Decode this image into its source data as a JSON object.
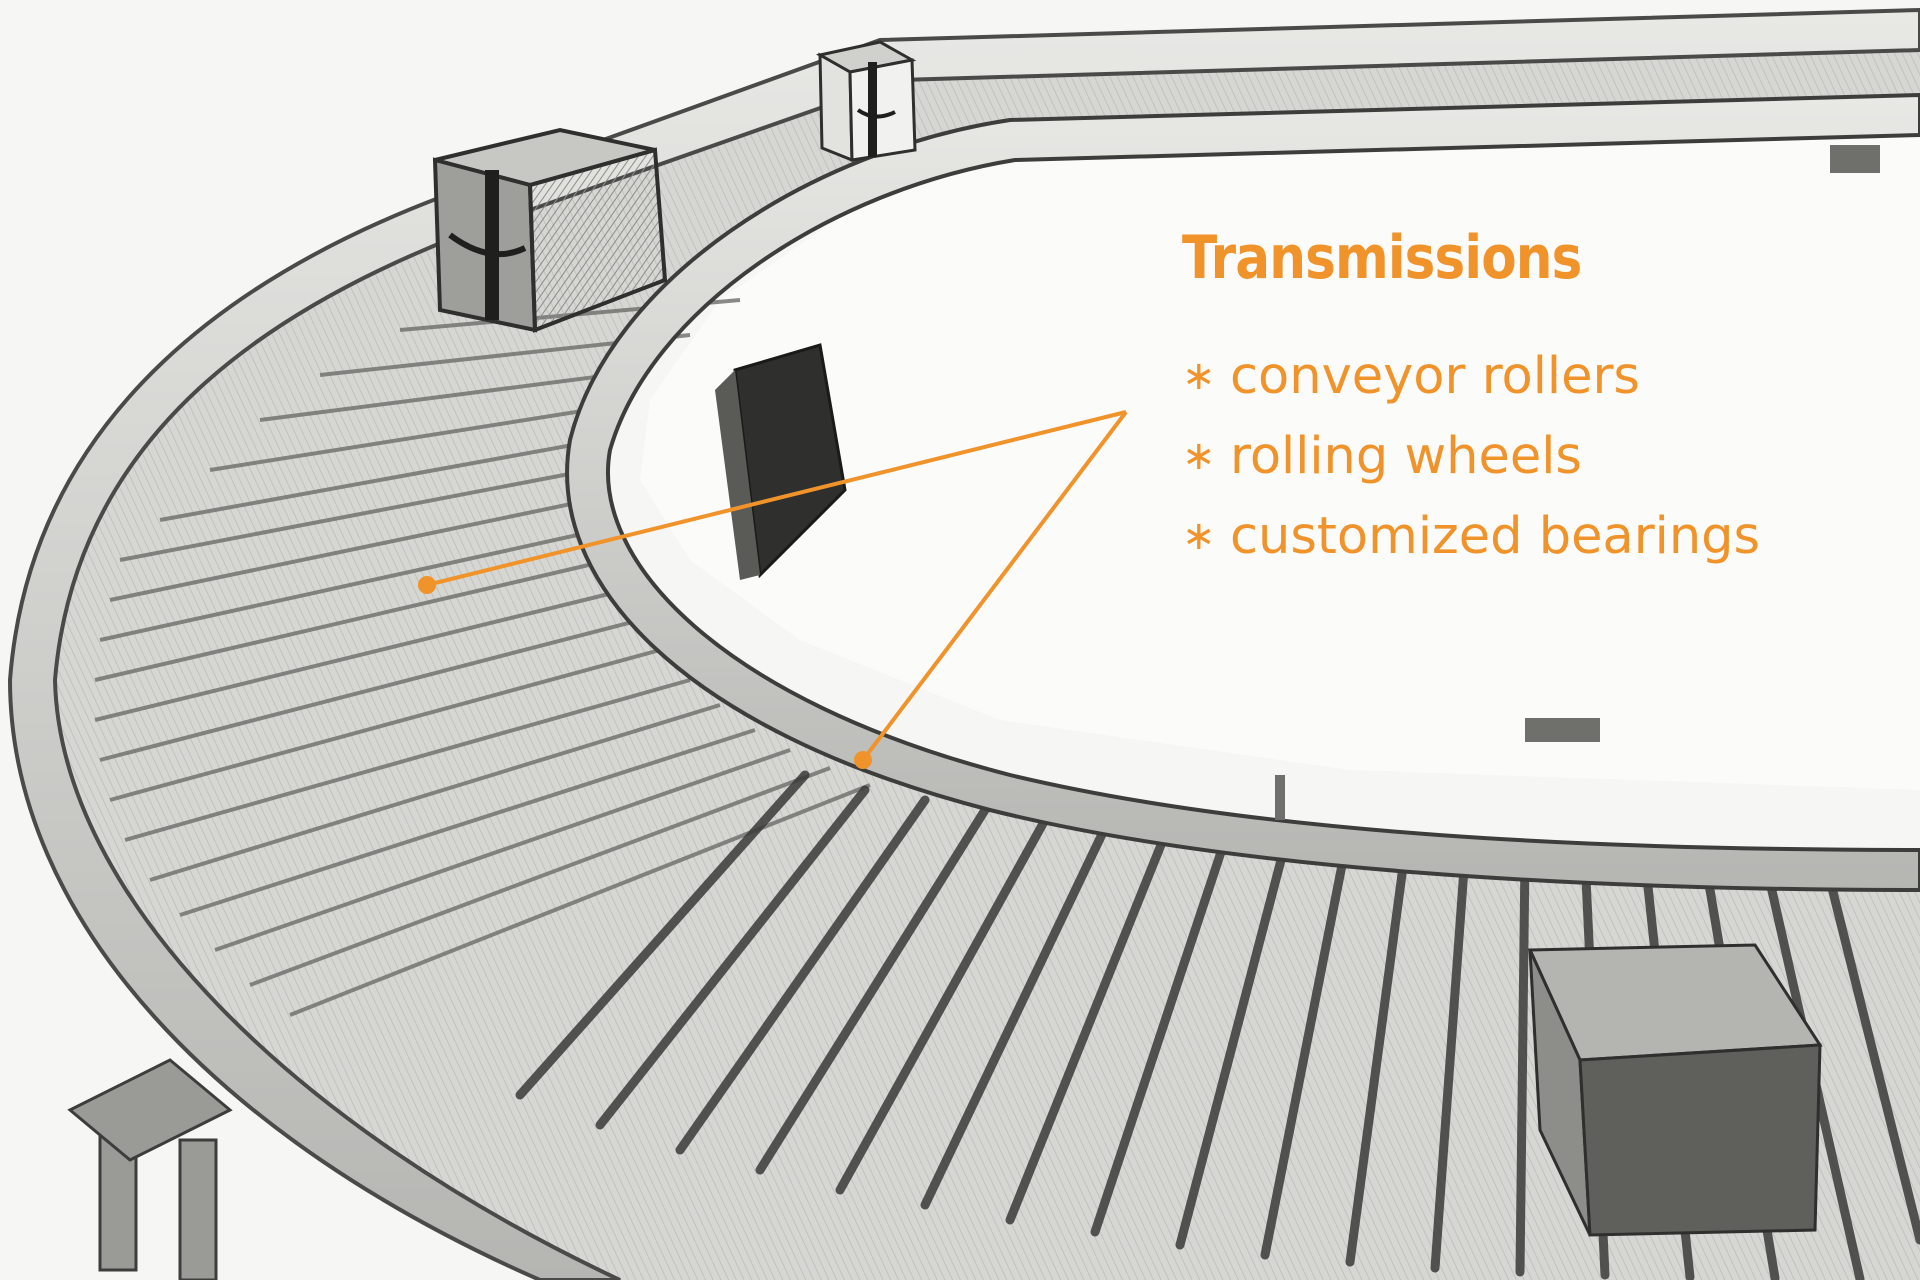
{
  "accent_color": "#f0932b",
  "callout": {
    "title": "Transmissions",
    "bullet_glyph": "∗",
    "items": [
      "conveyor rollers",
      "rolling wheels",
      "customized bearings"
    ]
  },
  "illustration": {
    "subject": "pencil sketch of a curved roller conveyor carrying cardboard boxes",
    "pointer_targets": [
      "conveyor-rollers",
      "rolling-wheels"
    ]
  }
}
